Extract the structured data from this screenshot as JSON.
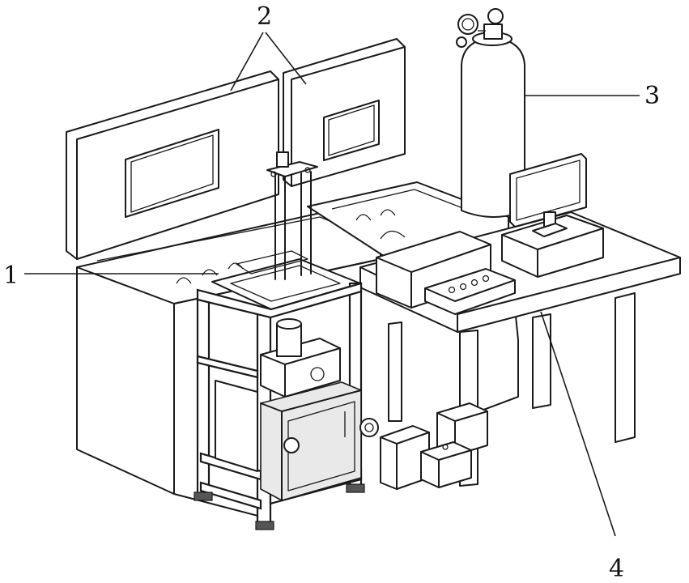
{
  "callouts": {
    "label_1": "1",
    "label_2": "2",
    "label_3": "3",
    "label_4": "4"
  },
  "colors": {
    "line": "#1a1a1a",
    "background": "#ffffff",
    "shade": "#e9e9e9"
  }
}
